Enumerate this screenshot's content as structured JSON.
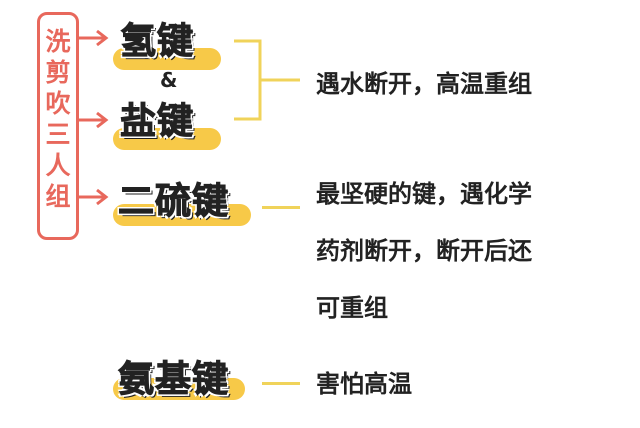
{
  "group_label": "洗剪吹三人组",
  "bonds": [
    {
      "name": "氢键"
    },
    {
      "connector": "&"
    },
    {
      "name": "盐键"
    },
    {
      "name": "二硫键"
    },
    {
      "name": "氨基键"
    }
  ],
  "descriptions": {
    "hydrogen_salt": "遇水断开，高温重组",
    "disulfide": [
      "最坚硬的键，遇化学",
      "药剂断开，断开后还",
      "可重组"
    ],
    "amino": "害怕高温"
  },
  "colors": {
    "group": "#e8685c",
    "highlight": "#f7c948",
    "line": "#f0d35a",
    "text": "#222222"
  }
}
